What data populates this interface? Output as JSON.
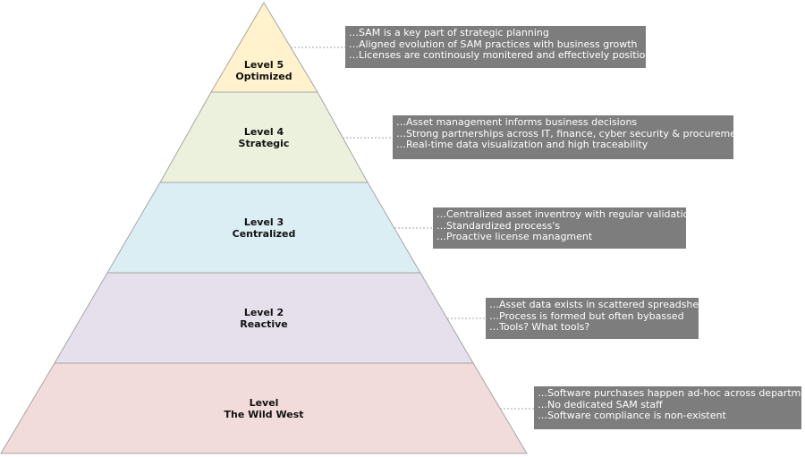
{
  "levels": [
    {
      "name": "Level 5",
      "stage": "Optimized",
      "fill": "#fff2cc",
      "notes": [
        "…SAM is a key part of strategic planning",
        "…Aligned evolution of SAM practices with business growth",
        "…Licenses are continously monitered and effectively positioned"
      ]
    },
    {
      "name": "Level 4",
      "stage": "Strategic",
      "fill": "#ebf1dd",
      "notes": [
        "…Asset management informs business decisions",
        "…Strong partnerships across IT, finance, cyber security & procurement",
        "…Real-time data visualization and high traceability"
      ]
    },
    {
      "name": "Level 3",
      "stage": "Centralized",
      "fill": "#dbeef3",
      "notes": [
        "…Centralized asset inventroy with regular validation",
        "…Standardized process's",
        "…Proactive license managment"
      ]
    },
    {
      "name": "Level 2",
      "stage": "Reactive",
      "fill": "#e5e0ec",
      "notes": [
        "…Asset data exists in scattered spreadsheets",
        "…Process is formed but often bybassed",
        "…Tools? What tools?"
      ]
    },
    {
      "name": "Level",
      "stage": "The Wild West",
      "fill": "#f2dcdb",
      "notes": [
        "…Software purchases happen ad-hoc across departments",
        "…No dedicated SAM staff",
        "…Software compliance is non-existent"
      ]
    }
  ],
  "colors": {
    "outline": "#a6a6a6",
    "note_bg": "#7d7d7d",
    "leader": "#a6a6a6"
  }
}
